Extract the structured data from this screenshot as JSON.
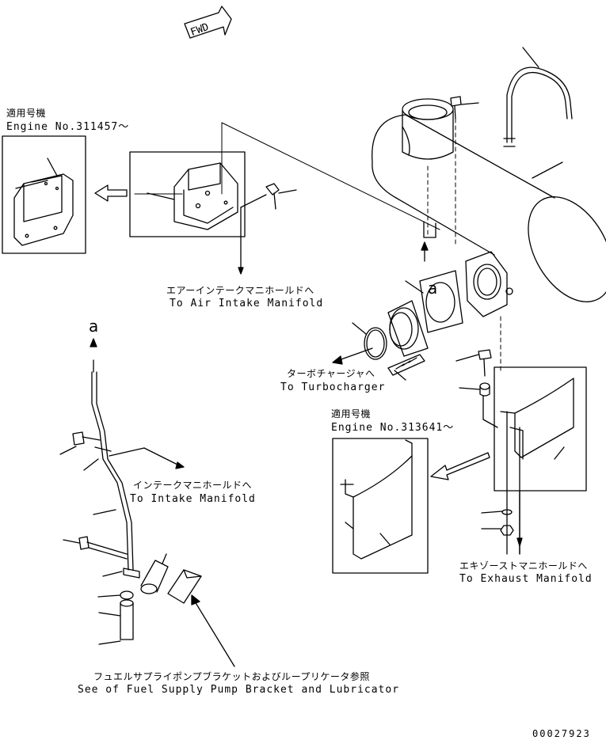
{
  "fwd_label": "FWD",
  "callouts": {
    "engine_no_1": {
      "jp": "適用号機",
      "en": "Engine No.311457〜"
    },
    "engine_no_2": {
      "jp": "適用号機",
      "en": "Engine No.313641〜"
    }
  },
  "destinations": {
    "air_intake": {
      "jp": "エアーインテークマニホールドへ",
      "en": "To Air Intake Manifold"
    },
    "turbocharger": {
      "jp": "ターボチャージャへ",
      "en": "To Turbocharger"
    },
    "intake": {
      "jp": "インテークマニホールドへ",
      "en": "To Intake Manifold"
    },
    "exhaust": {
      "jp": "エキゾーストマニホールドへ",
      "en": "To Exhaust Manifold"
    }
  },
  "reference": {
    "jp": "フュエルサプライポンプブラケットおよびループリケータ参照",
    "en": "See of Fuel Supply Pump Bracket and Lubricator"
  },
  "markers": {
    "a_top": "a",
    "a_mid": "a"
  },
  "drawing_number": "00027923"
}
